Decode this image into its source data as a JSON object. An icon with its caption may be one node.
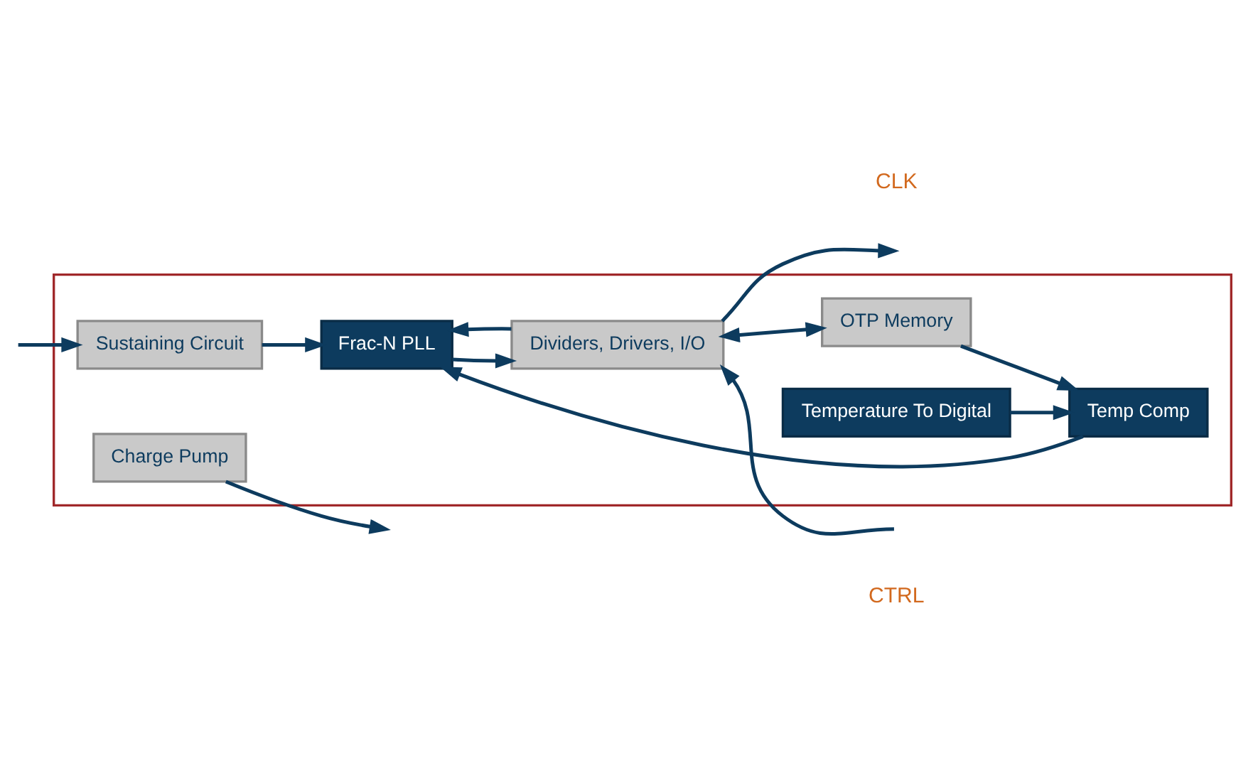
{
  "diagram": {
    "nodes": [
      {
        "text": [],
        "shape": "box"
      },
      {
        "text": [
          "Charge Pump"
        ],
        "in": 0
      },
      {
        "text": [
          "Sustaining Circuit"
        ],
        "in": 0
      },
      {
        "text": [
          "Frac-N PLL"
        ],
        "in": 0
      },
      {
        "text": [
          "Dividers, Drivers, I/O"
        ],
        "in": 0
      },
      {
        "text": [
          "Temperature To Digital"
        ],
        "in": 0
      },
      {
        "text": [
          "Temp Comp"
        ],
        "in": 0
      },
      {
        "text": [
          "OTP Memory"
        ],
        "in": 0
      }
    ],
    "edges": [
      {
        "from": 1,
        "to": null,
        "arrow": "to"
      },
      {
        "from": null,
        "to": 2,
        "arrow": "to"
      },
      {
        "from": 2,
        "to": 3,
        "arrow": "to"
      },
      {
        "from": 3,
        "to": 4,
        "arrow": "to"
      },
      {
        "from": 4,
        "to": 3,
        "arrow": "to"
      },
      {
        "from": null,
        "to": 4,
        "arrow": "to"
      },
      {
        "from": 4,
        "to": null,
        "arrow": "to"
      },
      {
        "from": 4,
        "to": 7,
        "arrow": "both"
      },
      {
        "from": 7,
        "to": 6,
        "arrow": "to"
      },
      {
        "from": 5,
        "to": 6,
        "arrow": "to"
      },
      {
        "from": 6,
        "to": 3,
        "arrow": "to"
      }
    ],
    "labels": [
      "CLK",
      "CTRL"
    ]
  }
}
